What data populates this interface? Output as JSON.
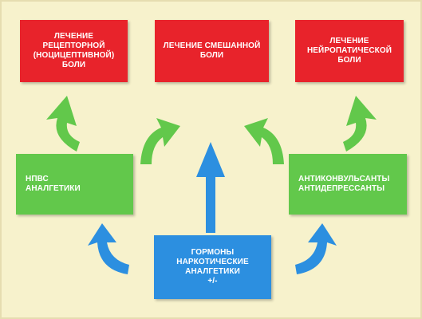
{
  "boxes": {
    "red_1": "ЛЕЧЕНИЕ\nРЕЦЕПТОРНОЙ\n(НОЦИЦЕПТИВНОЙ)\nБОЛИ",
    "red_2": "ЛЕЧЕНИЕ СМЕШАННОЙ\nБОЛИ",
    "red_3": "ЛЕЧЕНИЕ\nНЕЙРОПАТИЧЕСКОЙ\nБОЛИ",
    "green_1": "НПВС\nАНАЛГЕТИКИ",
    "green_2": "АНТИКОНВУЛЬСАНТЫ\nАНТИДЕПРЕССАНТЫ",
    "blue_1": "ГОРМОНЫ\nНАРКОТИЧЕСКИЕ\nАНАЛГЕТИКИ\n+/-"
  },
  "colors": {
    "red": "#e8232b",
    "green": "#62c84b",
    "blue": "#2c8fe0",
    "background": "#f7f2cc"
  }
}
